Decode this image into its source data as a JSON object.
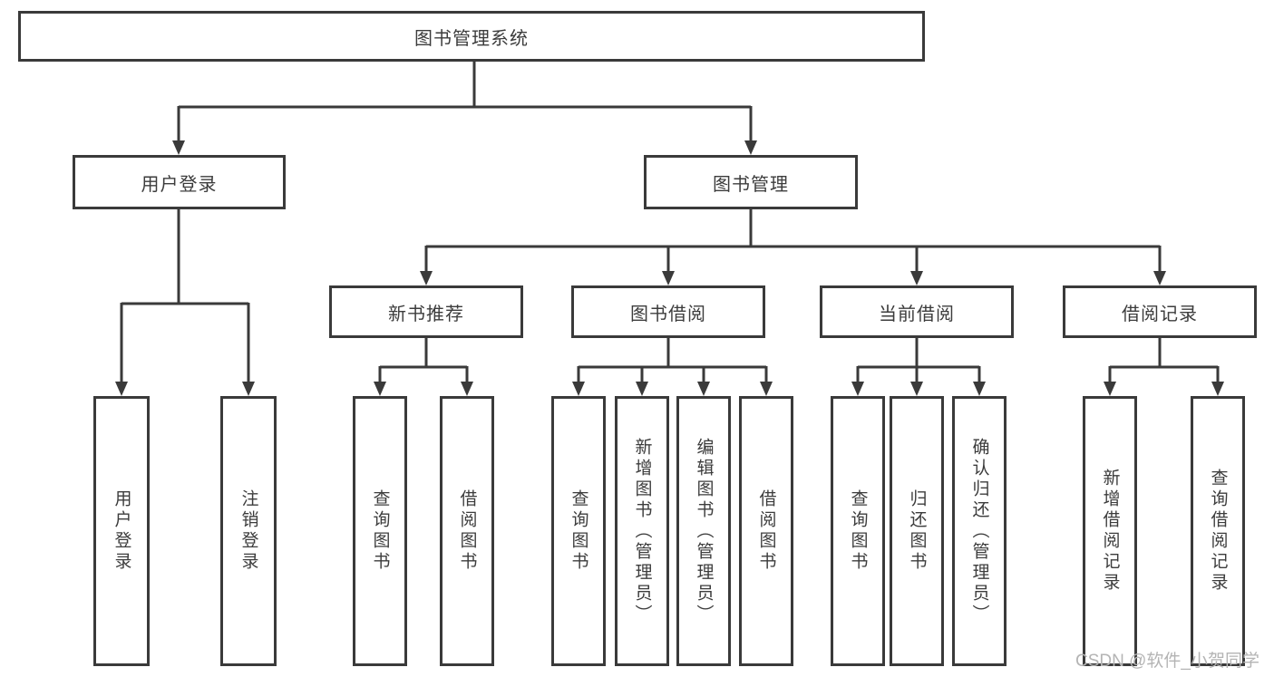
{
  "tree": {
    "root": {
      "label": "图书管理系统"
    },
    "level1": [
      {
        "label": "用户登录"
      },
      {
        "label": "图书管理"
      }
    ],
    "level2": [
      {
        "label": "新书推荐"
      },
      {
        "label": "图书借阅"
      },
      {
        "label": "当前借阅"
      },
      {
        "label": "借阅记录"
      }
    ],
    "leaves": {
      "user_login": [
        "用户登录",
        "注销登录"
      ],
      "recommend": [
        "查询图书",
        "借阅图书"
      ],
      "borrow": [
        "查询图书",
        "新增图书（管理员）",
        "编辑图书（管理员）",
        "借阅图书"
      ],
      "current": [
        "查询图书",
        "归还图书",
        "确认归还（管理员）"
      ],
      "records": [
        "新增借阅记录",
        "查询借阅记录"
      ]
    }
  },
  "watermark": {
    "text": "CSDN @软件_小贺同学"
  },
  "colors": {
    "line": "#3a3a3a",
    "text": "#3c3c3c",
    "background": "#ffffff",
    "watermark": "#b4b4b4"
  }
}
